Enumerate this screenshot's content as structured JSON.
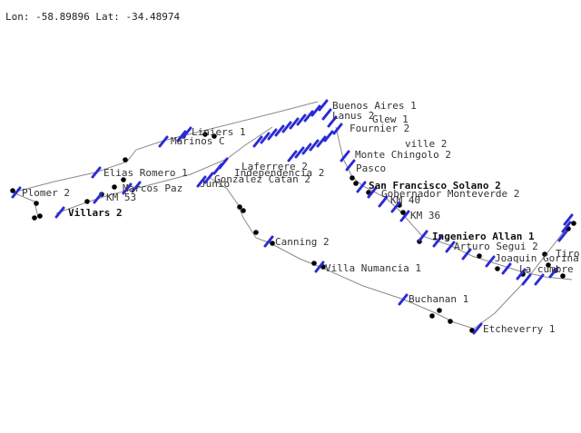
{
  "readout": {
    "lon_label": "Lon:",
    "lon_value": "-58.89896",
    "lat_label": "Lat:",
    "lat_value": "-34.48974"
  },
  "colors": {
    "station_bar": "#2b2bd6",
    "station_dot": "#000000",
    "route_line": "#8a8a8a",
    "label_text": "#333333"
  },
  "icons": {
    "station": "blue-slash-bar",
    "stop": "black-dot"
  },
  "stations": [
    {
      "id": "buenos-aires",
      "label": "Buenos Aires 1"
    },
    {
      "id": "lanus",
      "label": "Lanus 2"
    },
    {
      "id": "liniers",
      "label": "Liniers 1"
    },
    {
      "id": "marinos",
      "label": "Marinos C"
    },
    {
      "id": "fournier",
      "label": "Fournier 2"
    },
    {
      "id": "glew",
      "label": "Glew 1"
    },
    {
      "id": "monte-chingolo",
      "label": "Monte Chingolo 2"
    },
    {
      "id": "ville",
      "label": "ville 2"
    },
    {
      "id": "laferrere",
      "label": "Laferrere 2"
    },
    {
      "id": "independencia",
      "label": "Independencia 2"
    },
    {
      "id": "gonzalez-catan",
      "label": "Gonzalez Catan 2"
    },
    {
      "id": "elias-romero",
      "label": "Elias Romero 1"
    },
    {
      "id": "marcos-paz",
      "label": "Marcos Paz"
    },
    {
      "id": "km53",
      "label": "KM 53"
    },
    {
      "id": "plomer",
      "label": "Plomer 2"
    },
    {
      "id": "villars",
      "label": "Villars 2"
    },
    {
      "id": "junio",
      "label": "Junio"
    },
    {
      "id": "pasco",
      "label": "Pasco"
    },
    {
      "id": "san-francisco-solano",
      "label": "San Francisco Solano 2"
    },
    {
      "id": "gobernador-monteverde",
      "label": "Gobernador Monteverde 2"
    },
    {
      "id": "km40",
      "label": "KM 40"
    },
    {
      "id": "km36",
      "label": "KM 36"
    },
    {
      "id": "ingeniero-allan",
      "label": "Ingeniero Allan 1"
    },
    {
      "id": "arturo-segui",
      "label": "Arturo Segui 2"
    },
    {
      "id": "joaquin-gorina",
      "label": "Joaquin Gorina"
    },
    {
      "id": "la-cumbre",
      "label": "La cumbre"
    },
    {
      "id": "canning",
      "label": "Canning 2"
    },
    {
      "id": "villa-numancia",
      "label": "Villa Numancia 1"
    },
    {
      "id": "buchanan",
      "label": "Buchanan 1"
    },
    {
      "id": "etcheverry",
      "label": "Etcheverry 1"
    },
    {
      "id": "tiro",
      "label": "Tiro"
    }
  ]
}
